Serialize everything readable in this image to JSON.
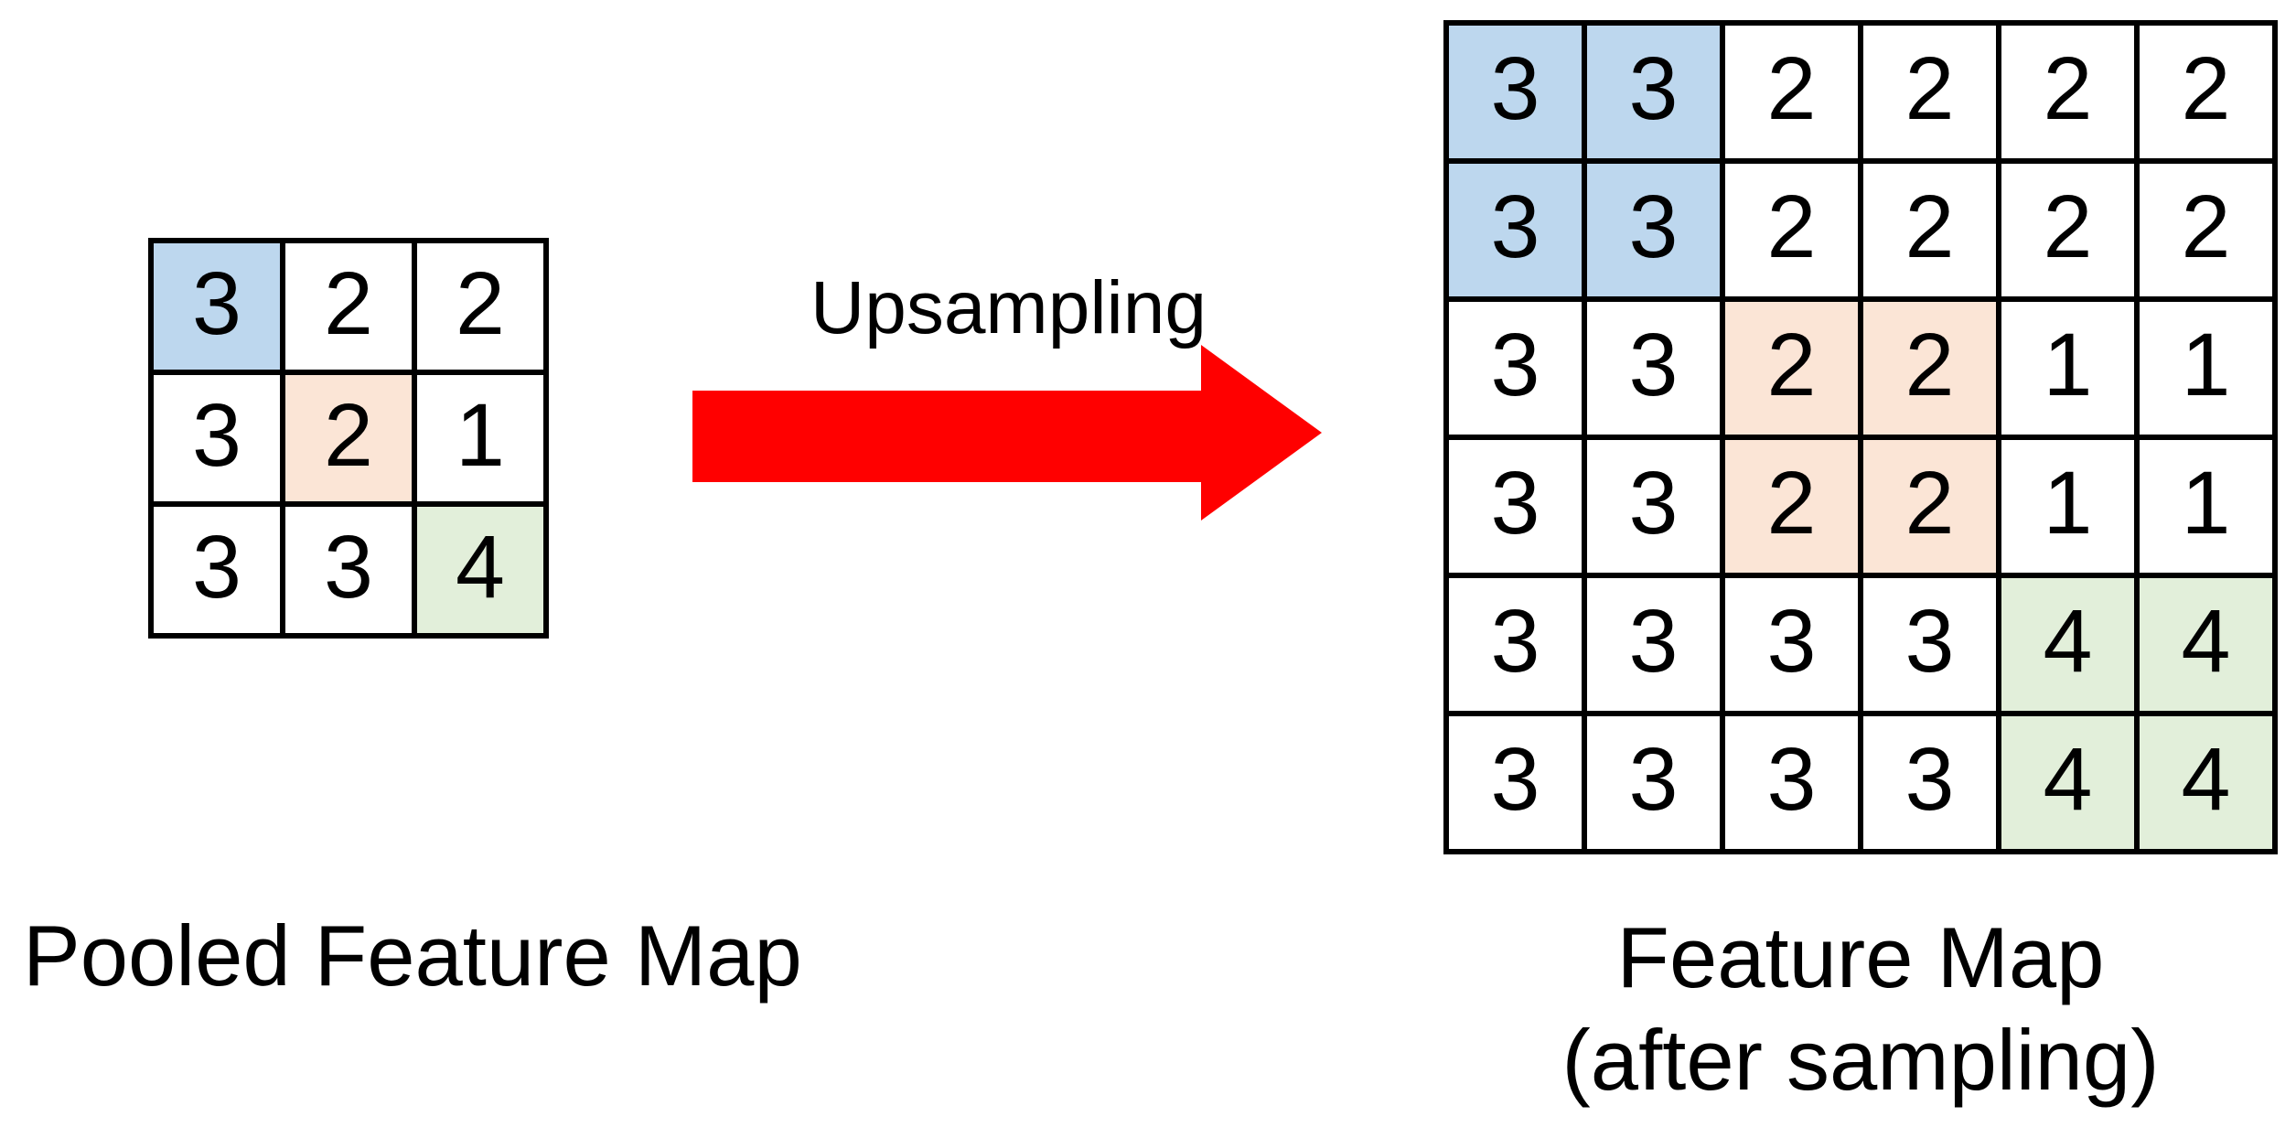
{
  "diagram": {
    "arrow_label": "Upsampling",
    "left_caption": "Pooled Feature Map",
    "right_caption_line1": "Feature Map",
    "right_caption_line2": "(after sampling)"
  },
  "colors": {
    "white": "#FFFFFF",
    "blue": "#BDD7EE",
    "orange": "#FBE5D6",
    "green": "#E2EFDA",
    "grid_line": "#000000",
    "arrow_red": "#FF0000",
    "text": "#000000"
  },
  "pooled_feature_map": {
    "rows": 3,
    "cols": 3,
    "cells": [
      {
        "value": "3",
        "color": "blue"
      },
      {
        "value": "2",
        "color": "white"
      },
      {
        "value": "2",
        "color": "white"
      },
      {
        "value": "3",
        "color": "white"
      },
      {
        "value": "2",
        "color": "orange"
      },
      {
        "value": "1",
        "color": "white"
      },
      {
        "value": "3",
        "color": "white"
      },
      {
        "value": "3",
        "color": "white"
      },
      {
        "value": "4",
        "color": "green"
      }
    ]
  },
  "feature_map_after_sampling": {
    "rows": 6,
    "cols": 6,
    "cells": [
      {
        "value": "3",
        "color": "blue"
      },
      {
        "value": "3",
        "color": "blue"
      },
      {
        "value": "2",
        "color": "white"
      },
      {
        "value": "2",
        "color": "white"
      },
      {
        "value": "2",
        "color": "white"
      },
      {
        "value": "2",
        "color": "white"
      },
      {
        "value": "3",
        "color": "blue"
      },
      {
        "value": "3",
        "color": "blue"
      },
      {
        "value": "2",
        "color": "white"
      },
      {
        "value": "2",
        "color": "white"
      },
      {
        "value": "2",
        "color": "white"
      },
      {
        "value": "2",
        "color": "white"
      },
      {
        "value": "3",
        "color": "white"
      },
      {
        "value": "3",
        "color": "white"
      },
      {
        "value": "2",
        "color": "orange"
      },
      {
        "value": "2",
        "color": "orange"
      },
      {
        "value": "1",
        "color": "white"
      },
      {
        "value": "1",
        "color": "white"
      },
      {
        "value": "3",
        "color": "white"
      },
      {
        "value": "3",
        "color": "white"
      },
      {
        "value": "2",
        "color": "orange"
      },
      {
        "value": "2",
        "color": "orange"
      },
      {
        "value": "1",
        "color": "white"
      },
      {
        "value": "1",
        "color": "white"
      },
      {
        "value": "3",
        "color": "white"
      },
      {
        "value": "3",
        "color": "white"
      },
      {
        "value": "3",
        "color": "white"
      },
      {
        "value": "3",
        "color": "white"
      },
      {
        "value": "4",
        "color": "green"
      },
      {
        "value": "4",
        "color": "green"
      },
      {
        "value": "3",
        "color": "white"
      },
      {
        "value": "3",
        "color": "white"
      },
      {
        "value": "3",
        "color": "white"
      },
      {
        "value": "3",
        "color": "white"
      },
      {
        "value": "4",
        "color": "green"
      },
      {
        "value": "4",
        "color": "green"
      }
    ]
  }
}
